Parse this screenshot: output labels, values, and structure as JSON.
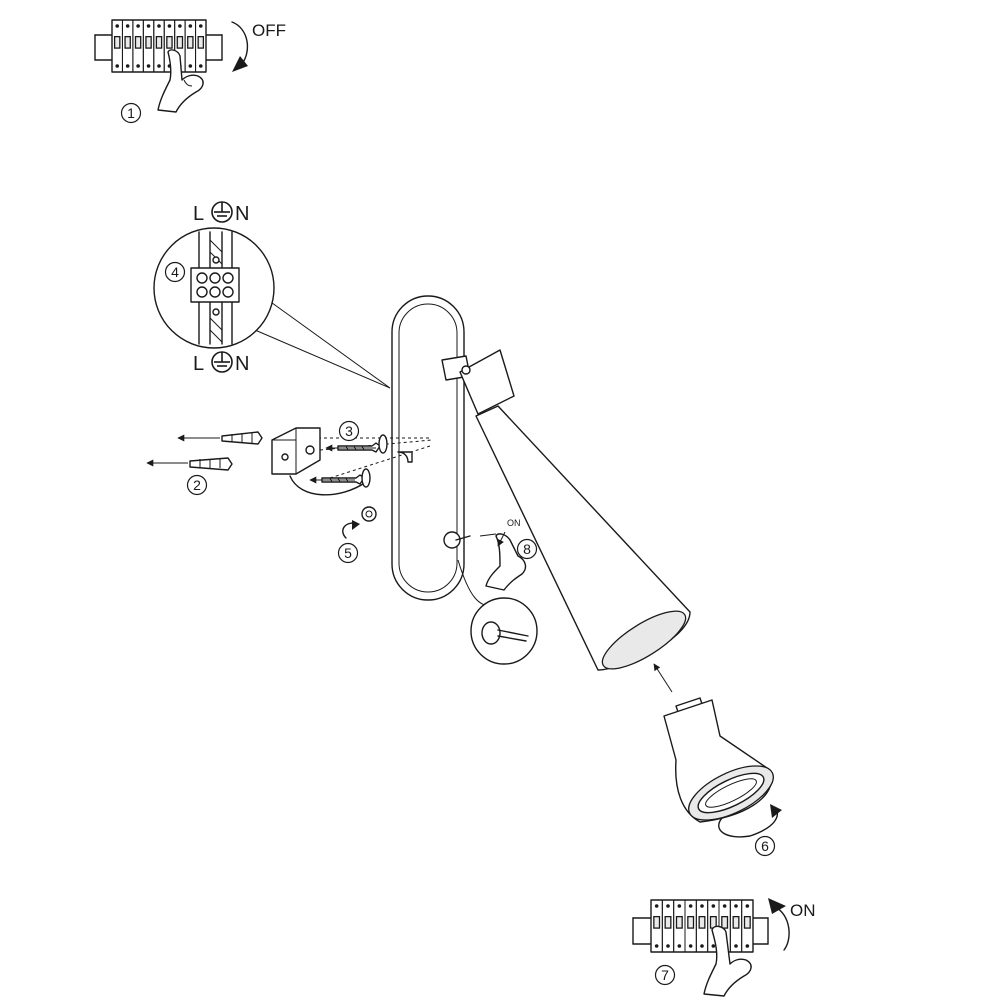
{
  "labels": {
    "off": "OFF",
    "on": "ON",
    "switch_on": "ON",
    "terminal_top_l": "L",
    "terminal_top_n": "N",
    "terminal_bottom_l": "L",
    "terminal_bottom_n": "N"
  },
  "steps": [
    {
      "id": "1",
      "text": "1"
    },
    {
      "id": "2",
      "text": "2"
    },
    {
      "id": "3",
      "text": "3"
    },
    {
      "id": "4",
      "text": "4"
    },
    {
      "id": "5",
      "text": "5"
    },
    {
      "id": "6",
      "text": "6"
    },
    {
      "id": "7",
      "text": "7"
    },
    {
      "id": "8",
      "text": "8"
    }
  ],
  "icons": {
    "ground": "ground-symbol-icon",
    "hand": "hand-icon",
    "arrow": "arrow-icon",
    "rotate": "rotate-arrow-icon"
  },
  "colors": {
    "line": "#1a1a1a",
    "background": "#ffffff"
  }
}
